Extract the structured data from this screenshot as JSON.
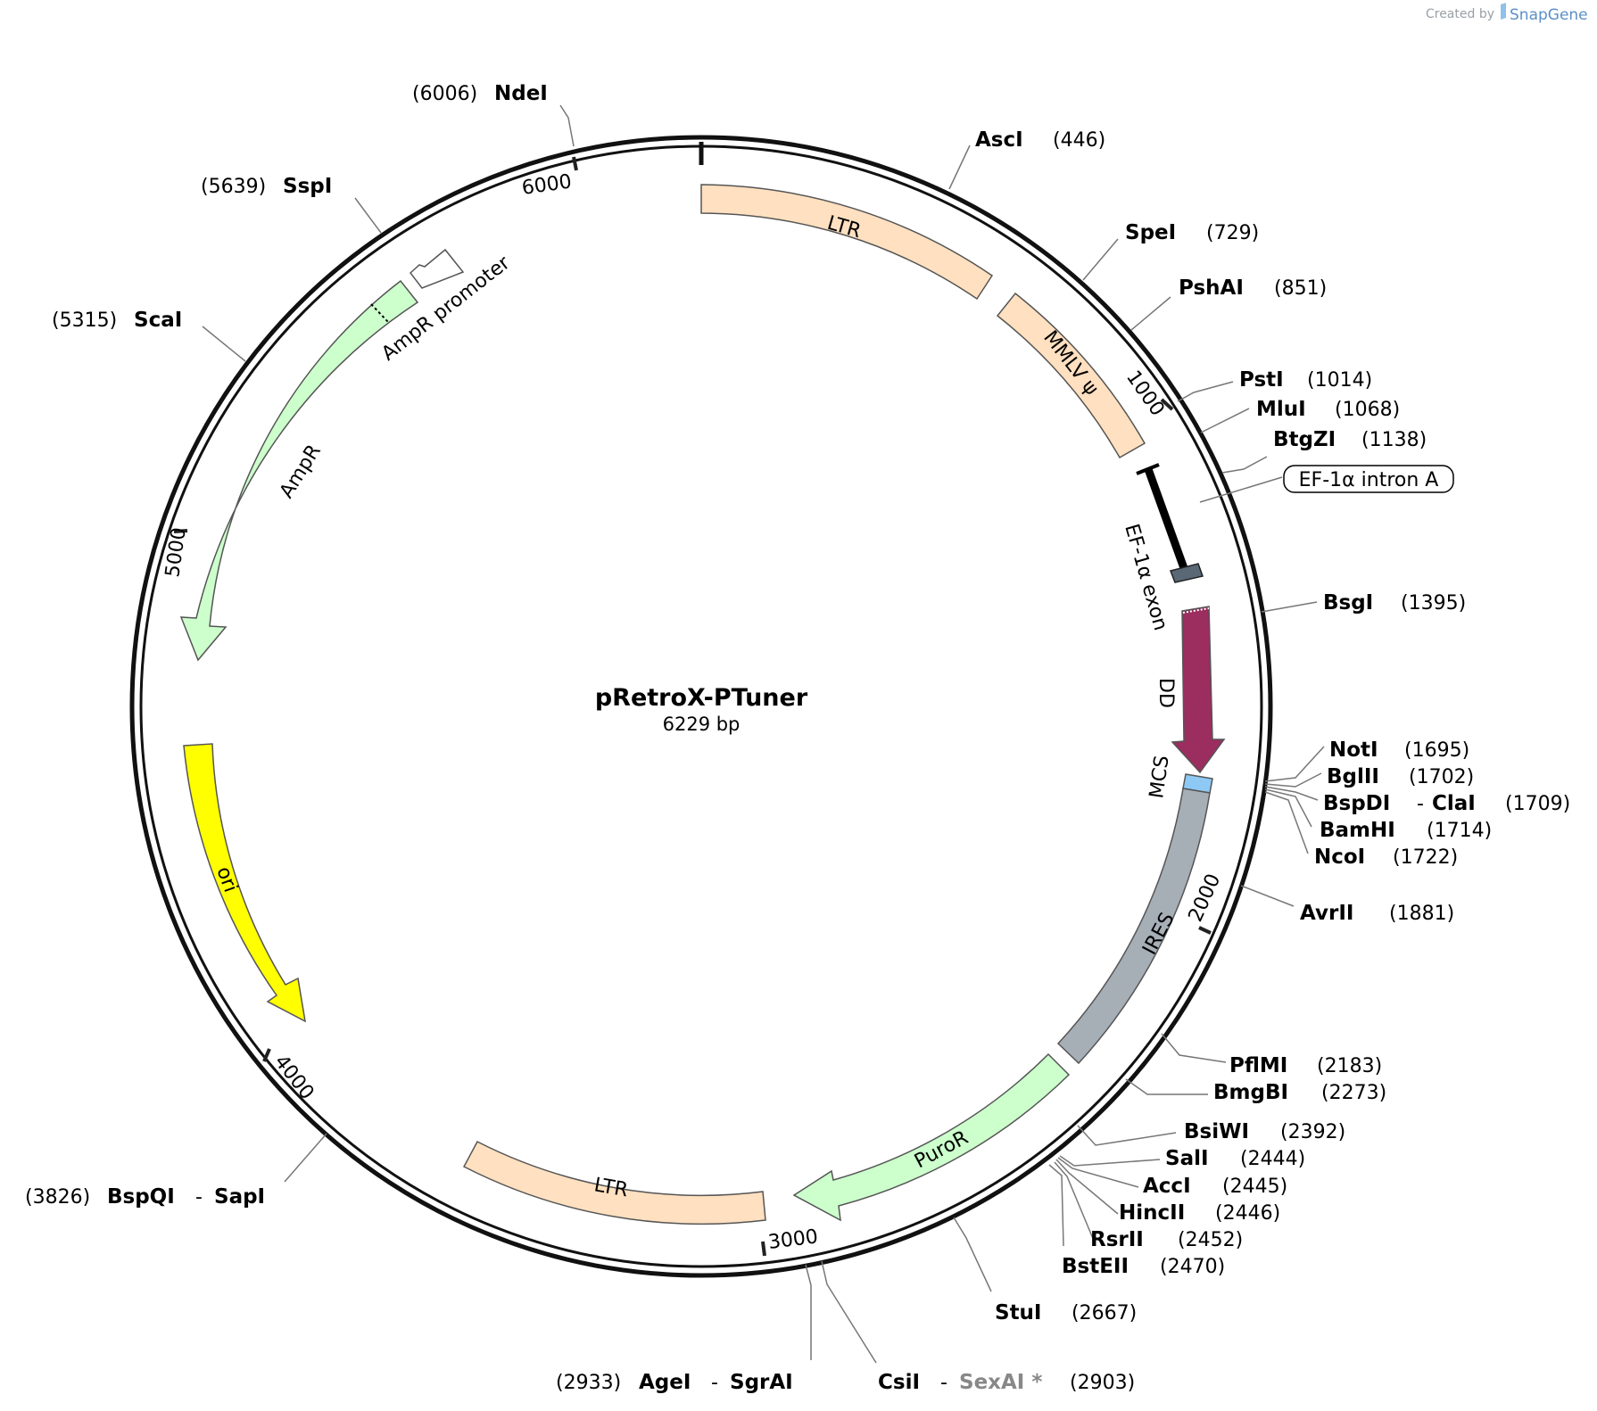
{
  "plasmid": {
    "name": "pRetroX-PTuner",
    "size_label": "6229 bp"
  },
  "credit": {
    "prefix": "Created by",
    "brand": "SnapGene"
  },
  "ticks": [
    "1000",
    "2000",
    "3000",
    "4000",
    "5000",
    "6000"
  ],
  "features": {
    "ltr_top": "LTR",
    "mmlv_psi": "MMLV ψ",
    "ef1a_intron": "EF-1α intron A",
    "ef1a_exon": "EF-1α exon",
    "dd": "DD",
    "mcs": "MCS",
    "ires": "IRES",
    "puror": "PuroR",
    "ltr_bottom": "LTR",
    "ori": "ori",
    "ampr": "AmpR",
    "ampr_promoter": "AmpR promoter"
  },
  "feature_colors": {
    "ltr": "#ffe0c0",
    "resistance": "#ccffcc",
    "ori": "#ffff00",
    "dd": "#9b2d5f",
    "ires": "#a6aeb6",
    "mcs": "#8ec9f5",
    "exon": "#5a6876",
    "intron": "#000000"
  },
  "sites": {
    "ndei": {
      "name": "NdeI",
      "pos": "(6006)"
    },
    "sspi": {
      "name": "SspI",
      "pos": "(5639)"
    },
    "scai": {
      "name": "ScaI",
      "pos": "(5315)"
    },
    "asci": {
      "name": "AscI",
      "pos": "(446)"
    },
    "spei": {
      "name": "SpeI",
      "pos": "(729)"
    },
    "pshai": {
      "name": "PshAI",
      "pos": "(851)"
    },
    "psti": {
      "name": "PstI",
      "pos": "(1014)"
    },
    "mlui": {
      "name": "MluI",
      "pos": "(1068)"
    },
    "btgzi": {
      "name": "BtgZI",
      "pos": "(1138)"
    },
    "bsgi": {
      "name": "BsgI",
      "pos": "(1395)"
    },
    "noti": {
      "name": "NotI",
      "pos": "(1695)"
    },
    "bglii": {
      "name": "BglII",
      "pos": "(1702)"
    },
    "bspdi": {
      "name": "BspDI",
      "sep": "-",
      "name2": "ClaI",
      "pos": "(1709)"
    },
    "bamhi": {
      "name": "BamHI",
      "pos": "(1714)"
    },
    "ncoi": {
      "name": "NcoI",
      "pos": "(1722)"
    },
    "avrii": {
      "name": "AvrII",
      "pos": "(1881)"
    },
    "pflmi": {
      "name": "PflMI",
      "pos": "(2183)"
    },
    "bmgbi": {
      "name": "BmgBI",
      "pos": "(2273)"
    },
    "bsiwi": {
      "name": "BsiWI",
      "pos": "(2392)"
    },
    "sali": {
      "name": "SalI",
      "pos": "(2444)"
    },
    "acci": {
      "name": "AccI",
      "pos": "(2445)"
    },
    "hincii": {
      "name": "HincII",
      "pos": "(2446)"
    },
    "rsrii": {
      "name": "RsrII",
      "pos": "(2452)"
    },
    "bsteii": {
      "name": "BstEII",
      "pos": "(2470)"
    },
    "stui": {
      "name": "StuI",
      "pos": "(2667)"
    },
    "csii": {
      "name": "CsiI",
      "sep": "-",
      "name2": "SexAI *",
      "pos": "(2903)"
    },
    "agei": {
      "name": "AgeI",
      "sep": "-",
      "name2": "SgrAI",
      "pos": "(2933)"
    },
    "bspqi": {
      "name": "BspQI",
      "sep": "-",
      "name2": "SapI",
      "pos": "(3826)"
    }
  }
}
